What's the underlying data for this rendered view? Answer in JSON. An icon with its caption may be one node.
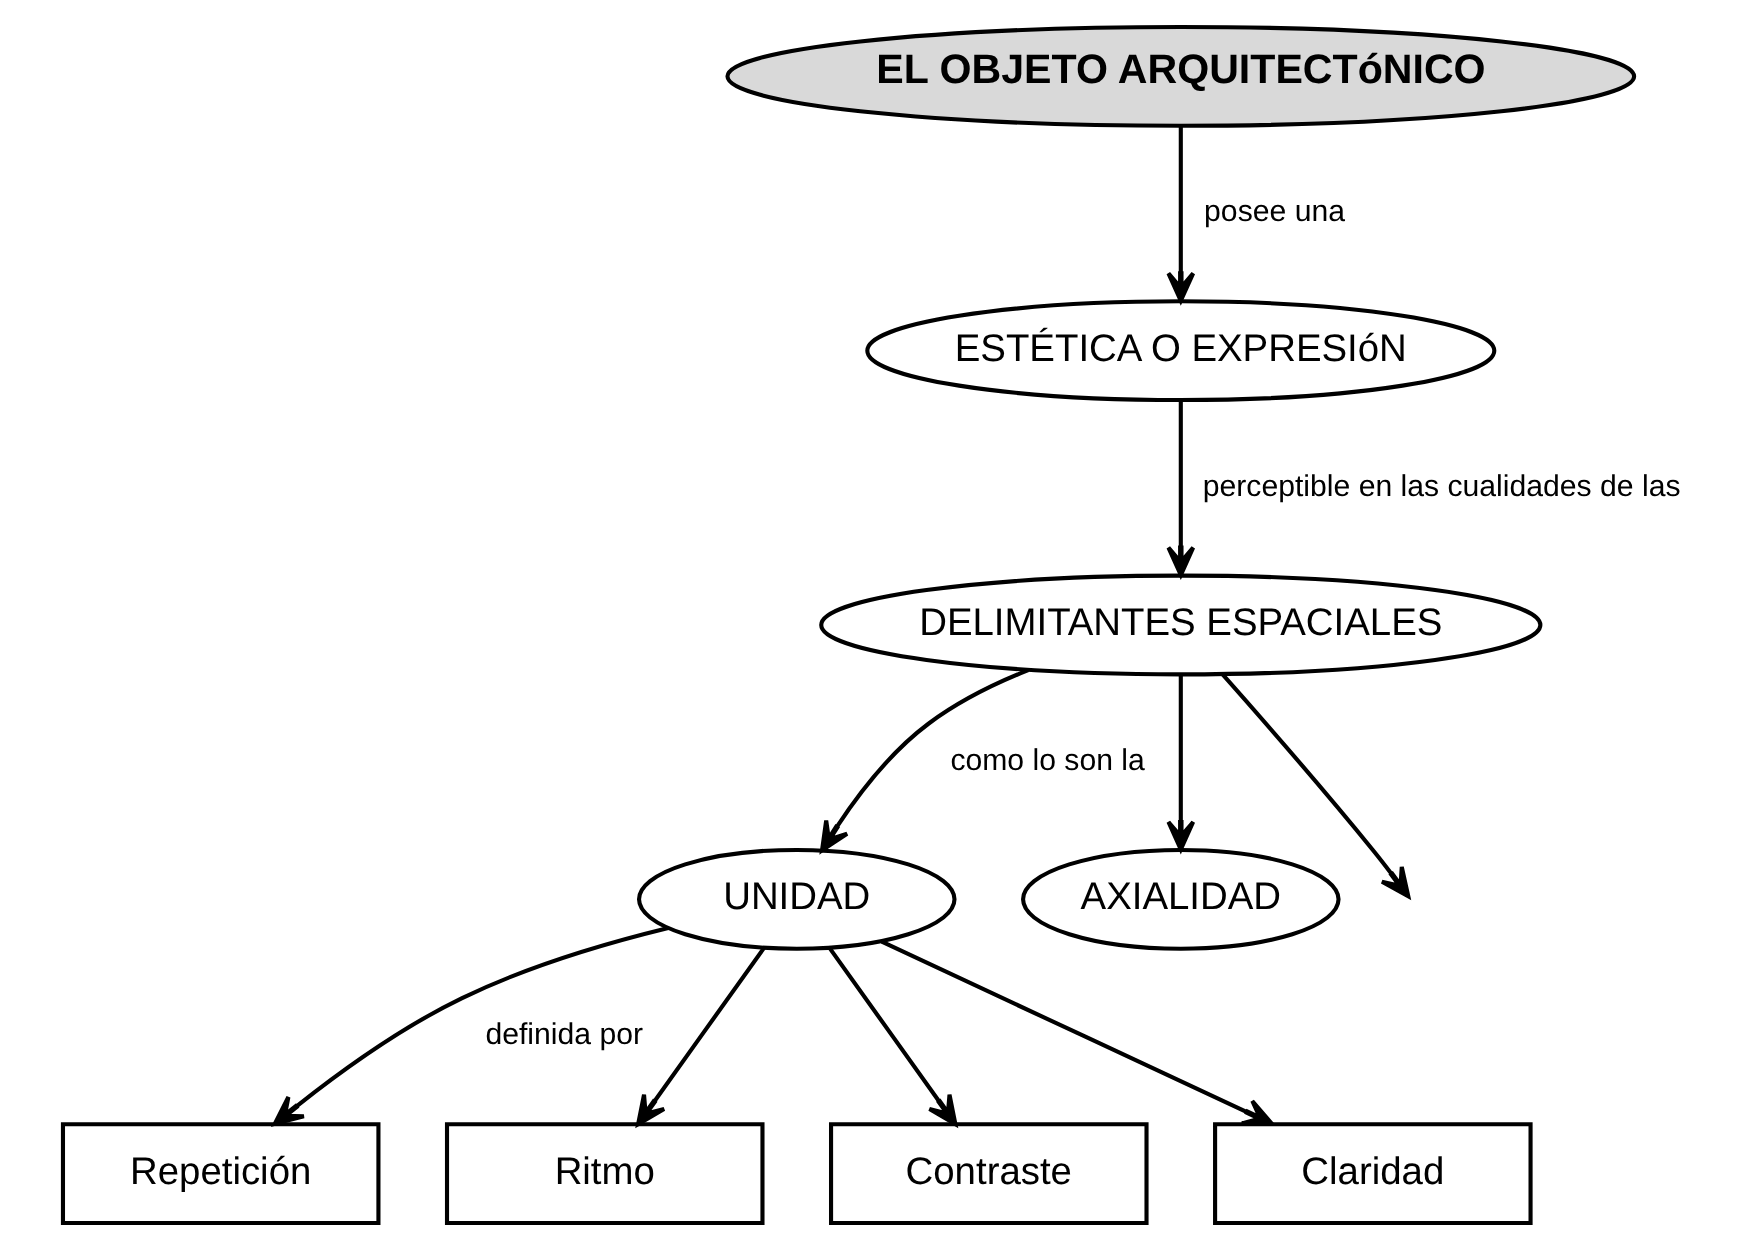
{
  "diagram": {
    "nodes": [
      {
        "text": [
          "EL OBJETO ARQUITECTóNICO"
        ]
      },
      {
        "text": [
          "ESTÉTICA O EXPRESIóN"
        ]
      },
      {
        "text": [
          "DELIMITANTES ESPACIALES"
        ]
      },
      {
        "text": [
          "UNIDAD"
        ]
      },
      {
        "text": [
          "AXIALIDAD"
        ]
      },
      {
        "text": [
          "Repetición"
        ]
      },
      {
        "text": [
          "Ritmo"
        ]
      },
      {
        "text": [
          "Contraste"
        ]
      },
      {
        "text": [
          "Claridad"
        ]
      }
    ],
    "edges": [
      {
        "from": 0,
        "to": 1,
        "arrow": "to",
        "label": "posee una"
      },
      {
        "from": 1,
        "to": 2,
        "arrow": "to",
        "label": "perceptible en las cualidades de las"
      },
      {
        "from": 2,
        "to": 3,
        "arrow": "to",
        "label": "como lo son la"
      },
      {
        "from": 2,
        "to": null,
        "arrow": "to"
      },
      {
        "from": 2,
        "to": 4,
        "arrow": "to"
      },
      {
        "from": 3,
        "to": 5,
        "arrow": "to",
        "label": "definida por"
      },
      {
        "from": 3,
        "to": 6,
        "arrow": "to"
      },
      {
        "from": 3,
        "to": 7,
        "arrow": "to"
      },
      {
        "from": 3,
        "to": 8,
        "arrow": "to"
      }
    ]
  }
}
